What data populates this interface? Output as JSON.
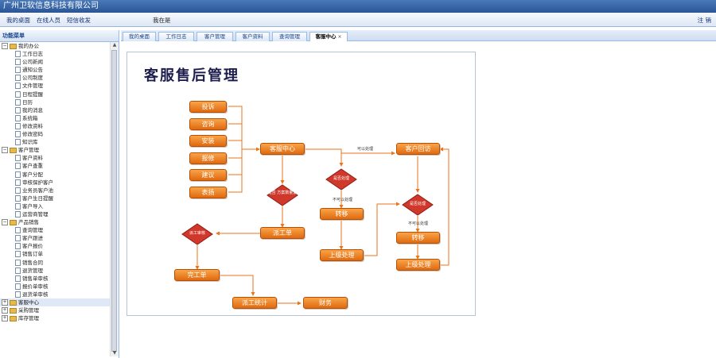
{
  "window": {
    "title": "广州卫软信息科技有限公司"
  },
  "topbar": {
    "links": [
      "我的桌面",
      "在线人员",
      "短信收发"
    ],
    "welcome": "我在是",
    "logout": "注 销"
  },
  "sidebar": {
    "title": "功能菜单",
    "groups": [
      {
        "label": "我的办公",
        "expanded": true,
        "children": [
          "工作日志",
          "公司新闻",
          "通知公告",
          "公司制度",
          "文件管理",
          "日程提醒",
          "日历",
          "我的消息",
          "系统箱",
          "修改资料",
          "修改密码",
          "知识库"
        ]
      },
      {
        "label": "客户管理",
        "expanded": true,
        "children": [
          "客户资料",
          "客户查重",
          "客户分配",
          "审核保护客户",
          "业务员客户池",
          "客户生日提醒",
          "客户导入",
          "运营商管理"
        ]
      },
      {
        "label": "产品销售",
        "expanded": true,
        "children": [
          "查询管理",
          "客户跟进",
          "客户报价",
          "销售订单",
          "销售合同",
          "退货管理",
          "销售单审核",
          "报价单审核",
          "退货单审核"
        ]
      },
      {
        "label": "客服中心",
        "expanded": false,
        "selected": true,
        "children": []
      },
      {
        "label": "采购管理",
        "expanded": false,
        "children": []
      },
      {
        "label": "库存管理",
        "expanded": false,
        "children": []
      }
    ]
  },
  "tabs": [
    {
      "label": "我的桌面",
      "active": false
    },
    {
      "label": "工作日志",
      "active": false
    },
    {
      "label": "客户管理",
      "active": false
    },
    {
      "label": "客户资料",
      "active": false
    },
    {
      "label": "查询管理",
      "active": false
    },
    {
      "label": "客服中心",
      "active": true
    }
  ],
  "flowchart": {
    "title": "客服售后管理",
    "nodes": {
      "complaint": "投诉",
      "consult": "咨询",
      "install": "安装",
      "repair": "报修",
      "suggest": "建议",
      "praise": "表扬",
      "service_center": "客服中心",
      "dispatch": "派工单",
      "complete": "完工单",
      "dispatch_stats": "派工统计",
      "finance": "财务",
      "transfer1": "转移",
      "upper1": "上级处理",
      "revisit": "客户回访",
      "transfer2": "转移",
      "upper2": "上级处理"
    },
    "diamonds": {
      "onsite": "是否\n方案数量置",
      "canhandle1": "是否处理",
      "review": "派工审核",
      "canhandle2": "是否处理"
    },
    "edge_labels": {
      "can1": "可以处理",
      "cannot1": "不可以处理",
      "can2": "不可以处理"
    },
    "colors": {
      "node": "#e8761c",
      "diamond": "#c0392b",
      "arrow": "#e8761c"
    }
  }
}
